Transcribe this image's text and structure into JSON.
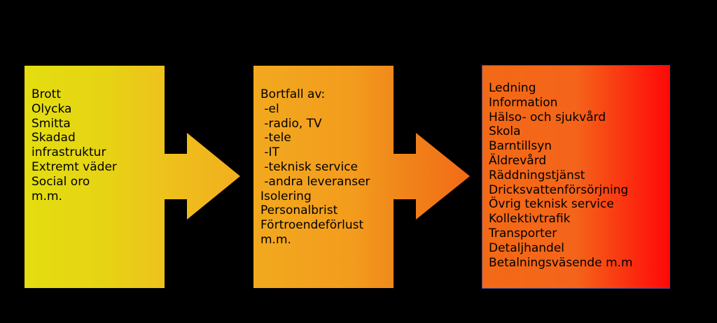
{
  "colors": {
    "background": "#000000",
    "yellow": "#E2DC12",
    "yellow_orange": "#EFC01E",
    "orange": "#F4A51D",
    "orange_red": "#F07A1A",
    "red_orange": "#F26A16",
    "red": "#FF0000",
    "border": "#4A4A8A"
  },
  "diagram": {
    "causes": [
      "Brott",
      "Olycka",
      "Smitta",
      "Skadad",
      "infrastruktur",
      "Extremt väder",
      "Social oro",
      "m.m."
    ],
    "effects": [
      "Bortfall av:",
      " -el",
      " -radio, TV",
      " -tele",
      " -IT",
      " -teknisk service",
      " -andra leveranser",
      "Isolering",
      "Personalbrist",
      "Förtroendeförlust",
      "m.m."
    ],
    "consequences": [
      "Ledning",
      "Information",
      "Hälso- och sjukvård",
      "Skola",
      "Barntillsyn",
      "Äldrevård",
      "Räddningstjänst",
      "Dricksvattenförsörjning",
      "Övrig teknisk service",
      "Kollektivtrafik",
      "Transporter",
      "Detaljhandel",
      "Betalningsväsende m.m"
    ]
  }
}
